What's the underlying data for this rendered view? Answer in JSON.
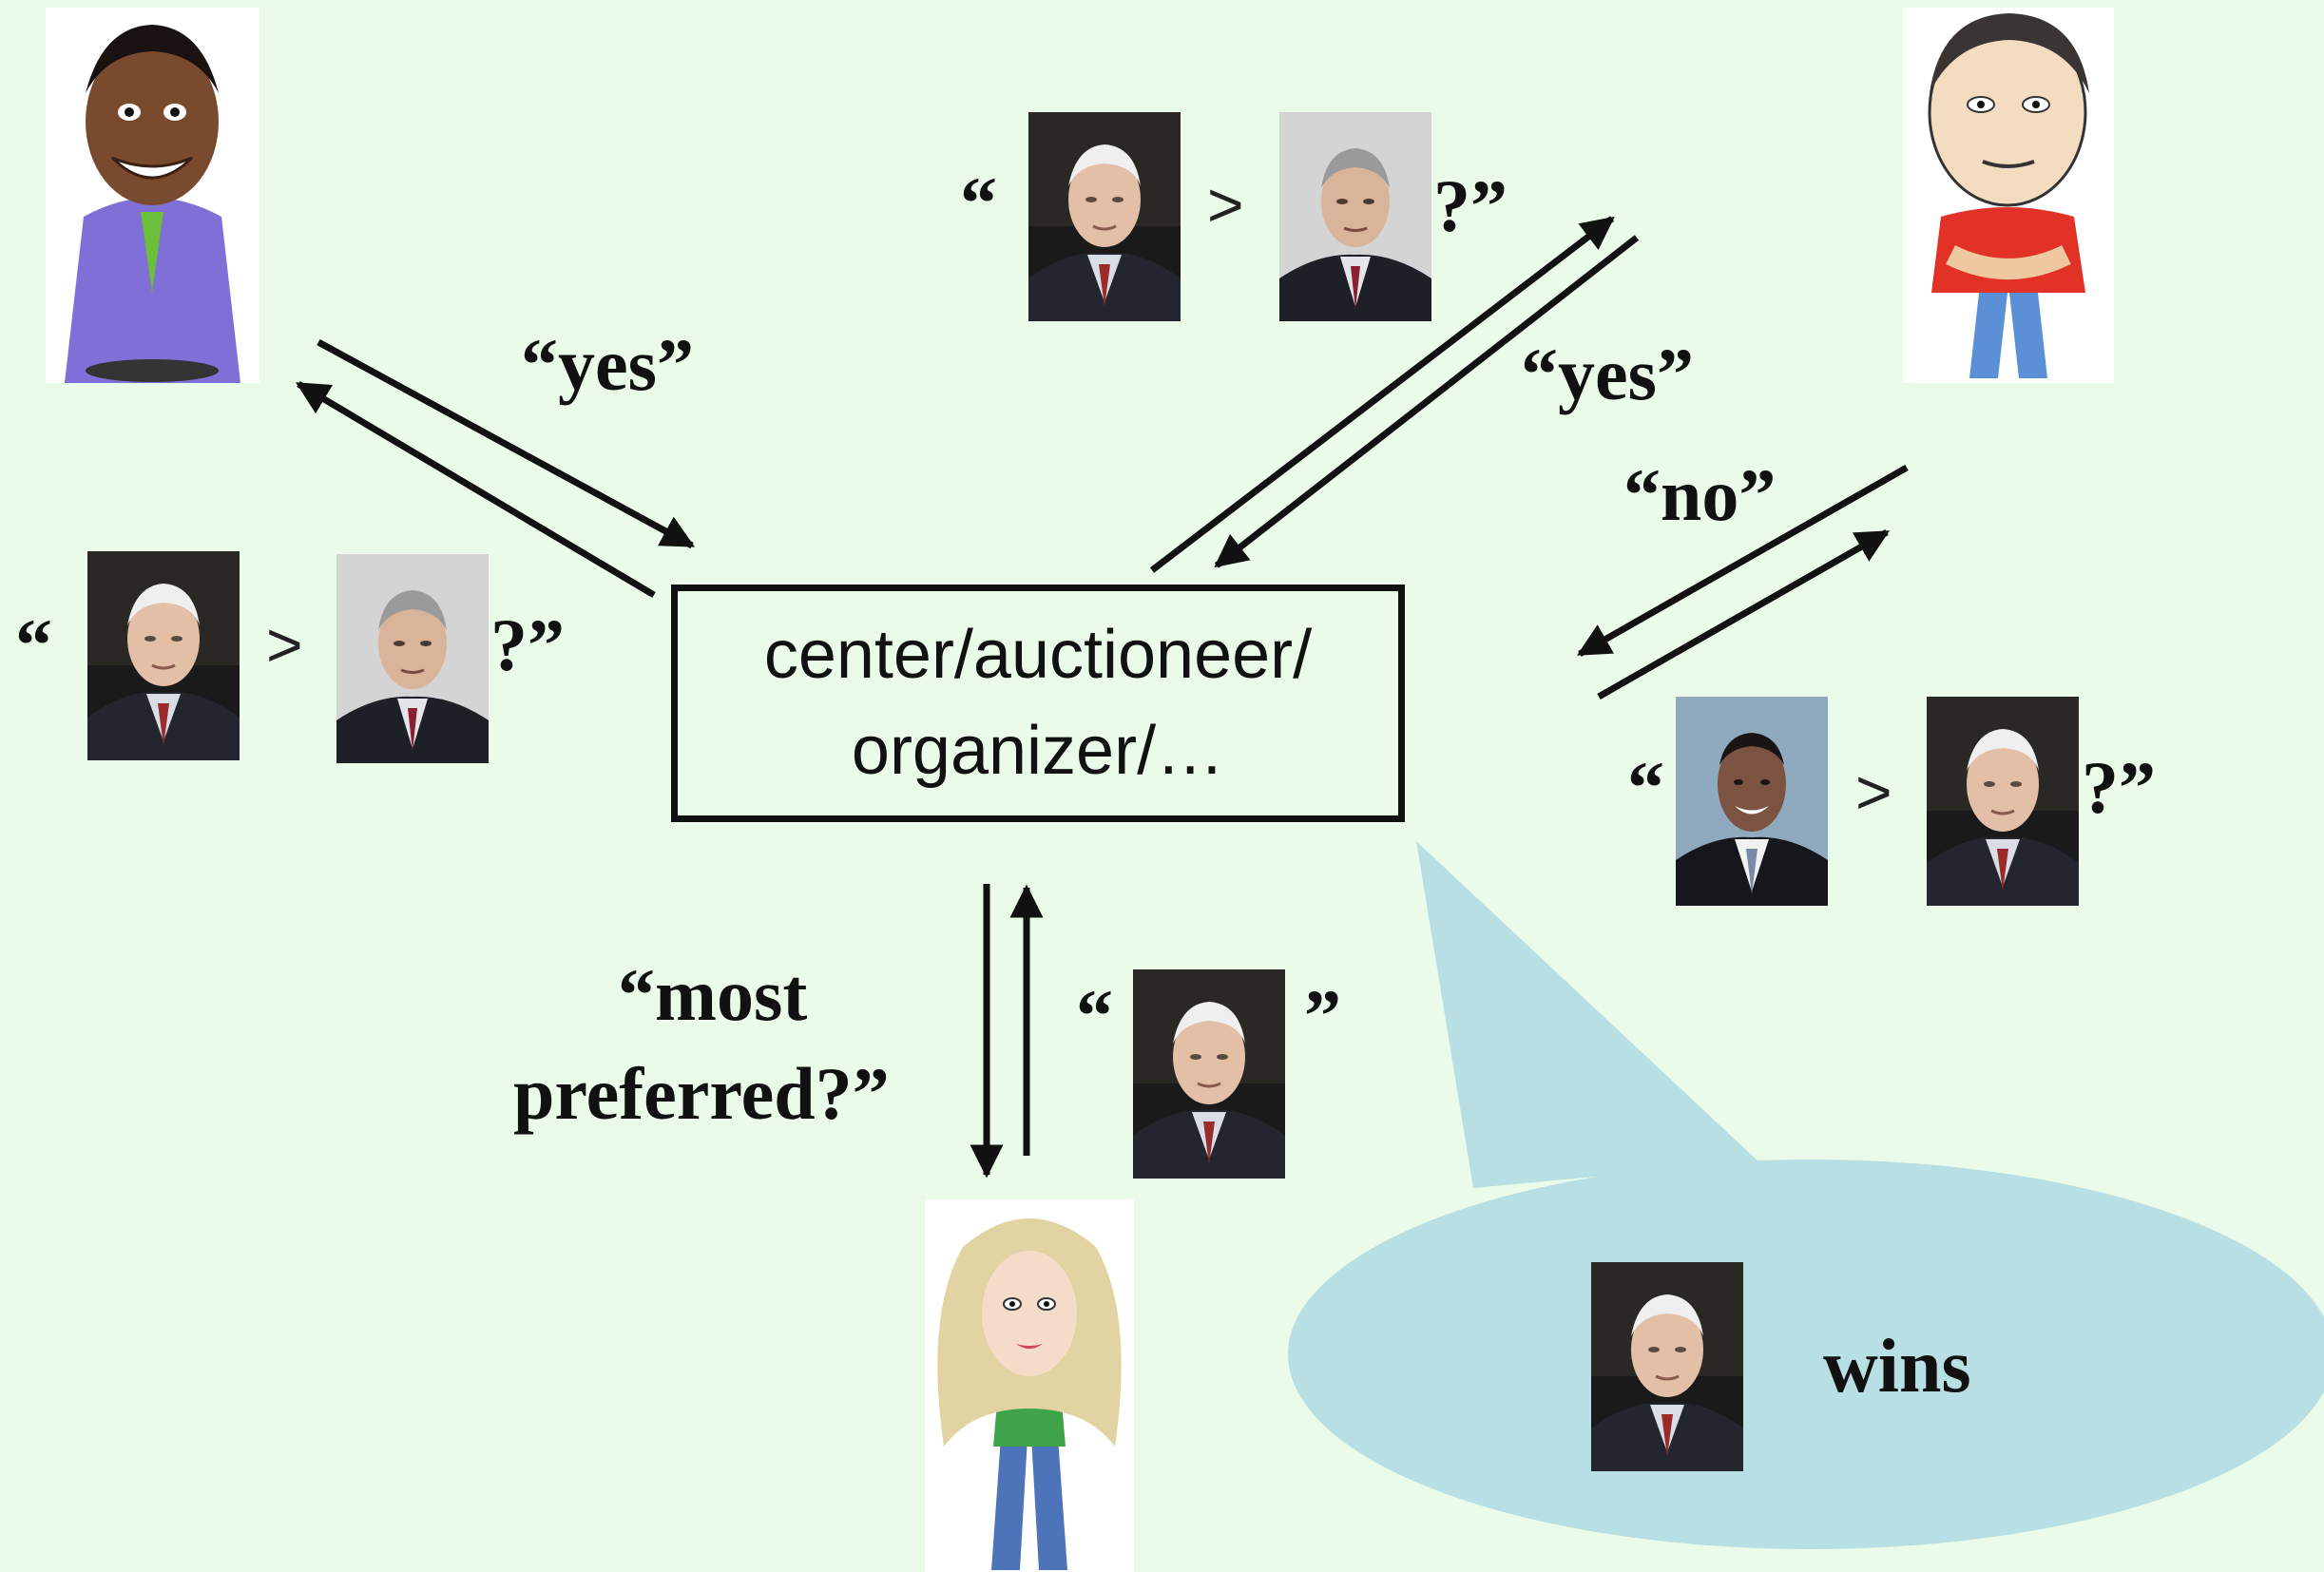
{
  "center": {
    "line1": "center/auctioneer/",
    "line2": "organizer/…"
  },
  "labels": {
    "yes_left": "“yes”",
    "yes_right": "“yes”",
    "no_right": "“no”",
    "most_line1": "“most",
    "most_line2": "preferred?”",
    "wins": "wins"
  },
  "queries": {
    "open_quote": "“",
    "close_question": "?”",
    "close_quote": "”",
    "greater_than": ">"
  },
  "colors": {
    "background": "#ebfbe9",
    "bubble": "#b8dfe3",
    "ink": "#111111"
  }
}
